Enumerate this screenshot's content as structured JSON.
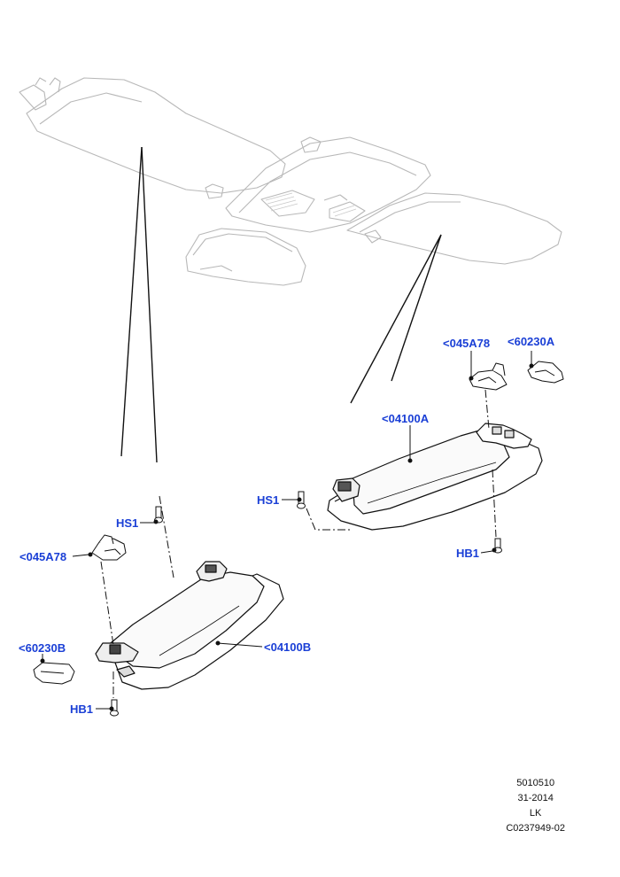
{
  "callouts": {
    "c045a78_upper": "<045A78",
    "c60230a": "<60230A",
    "c04100a": "<04100A",
    "hs1_right": "HS1",
    "hb1_right": "HB1",
    "hs1_left": "HS1",
    "c045a78_lower": "<045A78",
    "c60230b": "<60230B",
    "c04100b": "<04100B",
    "hb1_left": "HB1"
  },
  "footer": {
    "line1": "5010510",
    "line2": "31-2014",
    "line3": "LK",
    "line4": "C0237949-02"
  },
  "colors": {
    "callout": "#1a3fd6",
    "ghost": "#b8b8b8",
    "line": "#111111"
  }
}
